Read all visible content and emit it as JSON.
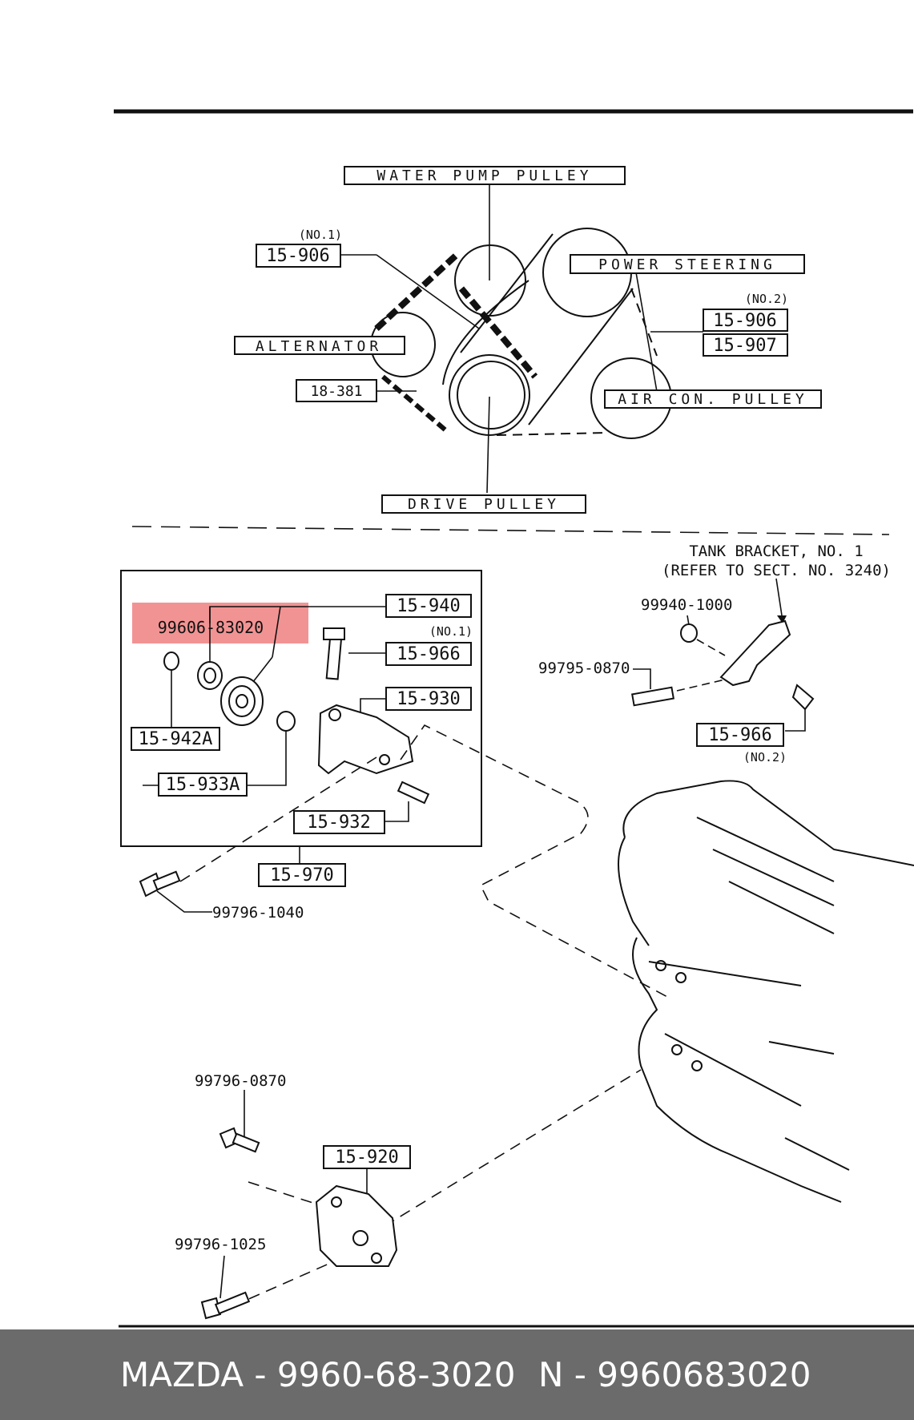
{
  "diagram": {
    "pulleys": {
      "water_pump": "WATER PUMP PULLEY",
      "power_steering": "POWER STEERING",
      "alternator": "ALTERNATOR",
      "air_con": "AIR CON. PULLEY",
      "drive": "DRIVE PULLEY"
    },
    "belt_parts": {
      "belt_no1_note": "(NO.1)",
      "belt_no1": "15-906",
      "belt_no2_note": "(NO.2)",
      "belt_no2": "15-906",
      "belt_15907": "15-907",
      "part_18381": "18-381"
    },
    "tank_bracket": {
      "title": "TANK BRACKET, NO. 1",
      "ref": "(REFER TO SECT. NO. 3240)"
    },
    "tensioner_parts": {
      "highlighted": "99606-83020",
      "p15940": "15-940",
      "p15966_note": "(NO.1)",
      "p15966": "15-966",
      "p15930": "15-930",
      "p15942a": "15-942A",
      "p15933a": "15-933A",
      "p15932": "15-932",
      "p15970": "15-970",
      "bolt_99796_1040": "99796-1040"
    },
    "bracket_parts": {
      "nut_99940": "99940-1000",
      "bolt_99795": "99795-0870",
      "p15966_no2": "15-966",
      "p15966_no2_note": "(NO.2)"
    },
    "lower_parts": {
      "bolt_99796_0870": "99796-0870",
      "p15920": "15-920",
      "bolt_99796_1025": "99796-1025"
    },
    "highlight_color": "#f08080"
  },
  "caption": {
    "left": "MAZDA - 9960-68-3020",
    "right": "N - 9960683020"
  }
}
